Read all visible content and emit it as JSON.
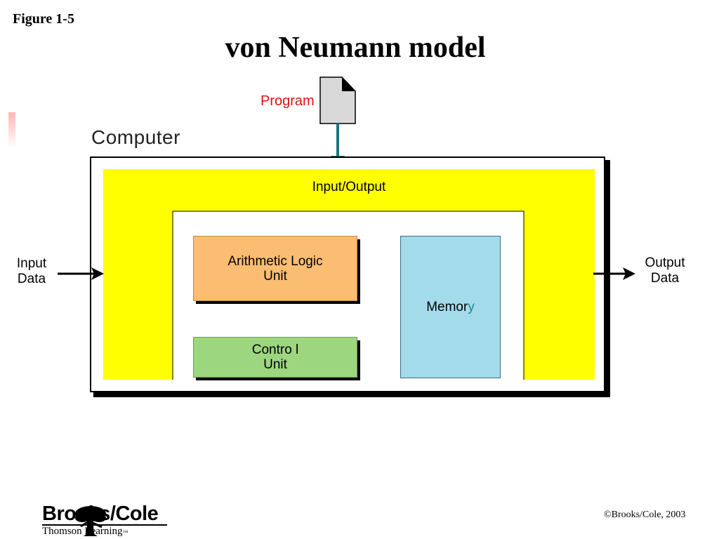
{
  "figure_label": "Figure 1-5",
  "title": "von Neumann model",
  "diagram": {
    "program": "Program",
    "computer": "Computer",
    "input_output": "Input/Output",
    "alu": {
      "line1": "Arithmetic Logic",
      "line2": "Unit"
    },
    "control_unit": {
      "line1": "Contro l",
      "line2": "Unit"
    },
    "memory": {
      "main": "Memor",
      "accent": "y"
    },
    "input": {
      "line1": "Input",
      "line2": "Data"
    },
    "output": {
      "line1": "Output",
      "line2": "Data"
    }
  },
  "footer": {
    "brand": "Brooks/Cole",
    "brand_sub": "Thomson Learning",
    "trademark": "™",
    "copyright": "©Brooks/Cole, 2003",
    "logo_icon": "tree-icon"
  },
  "colors": {
    "io_yellow": "#ffff00",
    "alu_orange": "#fbbd72",
    "control_green": "#9cd67e",
    "memory_blue": "#a3dbeb",
    "arrow_teal": "#137a7f",
    "program_red": "#e01010"
  }
}
